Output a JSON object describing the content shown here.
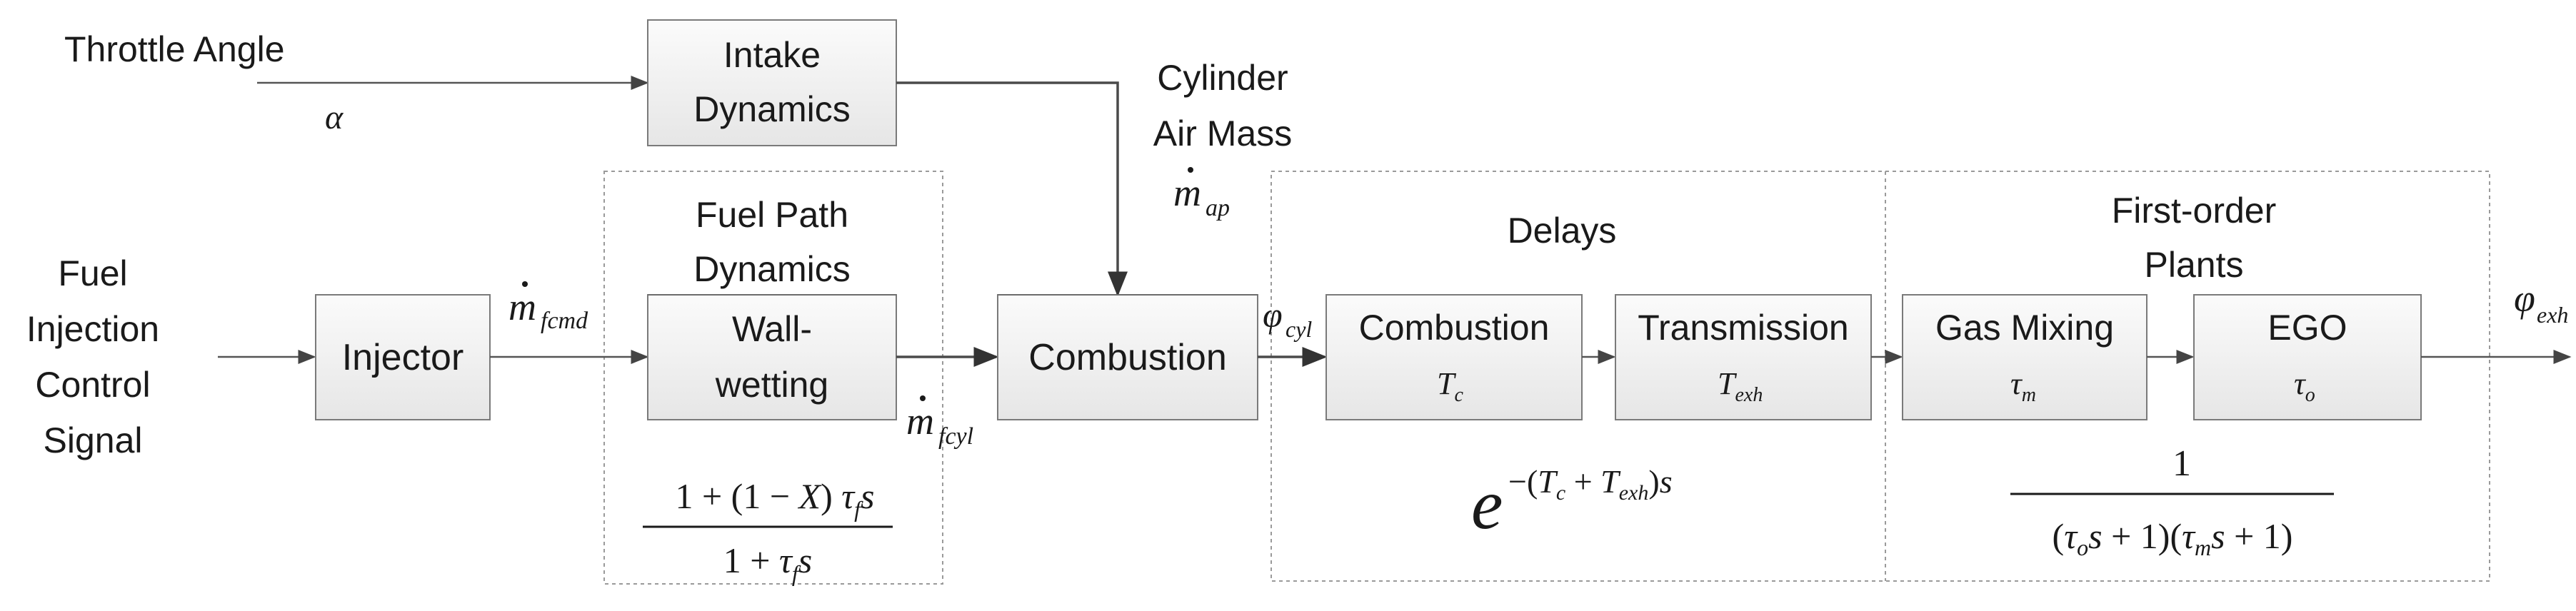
{
  "inputs": {
    "throttle_label": "Throttle Angle",
    "throttle_symbol": "α",
    "fuel_label": [
      "Fuel",
      "Injection",
      "Control",
      "Signal"
    ]
  },
  "blocks": {
    "intake": [
      "Intake",
      "Dynamics"
    ],
    "injector": "Injector",
    "fuel_path_title": [
      "Fuel Path",
      "Dynamics"
    ],
    "wall_wetting": [
      "Wall-",
      "wetting"
    ],
    "combustion_main": "Combustion",
    "delays_title": "Delays",
    "combustion_delay": {
      "label": "Combustion",
      "param": "T",
      "param_sub": "c"
    },
    "transmission": {
      "label": "Transmission",
      "param": "T",
      "param_sub": "exh"
    },
    "first_order_title": [
      "First-order",
      "Plants"
    ],
    "gas_mixing": {
      "label": "Gas Mixing",
      "param": "τ",
      "param_sub": "m"
    },
    "ego": {
      "label": "EGO",
      "param": "τ",
      "param_sub": "o"
    }
  },
  "signals": {
    "cylinder_air_mass": [
      "Cylinder",
      "Air Mass"
    ],
    "m_ap": {
      "base": "m",
      "sub": "ap"
    },
    "m_fcmd": {
      "base": "m",
      "sub": "fcmd"
    },
    "m_fcyl": {
      "base": "m",
      "sub": "fcyl"
    },
    "phi_cyl": {
      "base": "φ",
      "sub": "cyl"
    },
    "phi_exh": {
      "base": "φ",
      "sub": "exh"
    }
  },
  "equations": {
    "wall_wetting_tf": {
      "num_a": "1 + (1 − ",
      "num_x": "X",
      "num_b": ") ",
      "tau": "τ",
      "tau_sub": "f",
      "s": "s",
      "den_a": "1 + ",
      "den_tau": "τ",
      "den_sub": "f",
      "den_s": "s"
    },
    "delay_tf": {
      "base": "e",
      "exp_a": "−(",
      "t": "T",
      "c": "c",
      "plus": " + ",
      "t2": "T",
      "exh": "exh",
      "exp_b": ")",
      "s": "s"
    },
    "plant_tf": {
      "num": "1",
      "lp1": "(",
      "tau_o": "τ",
      "o": "o",
      "s1": "s",
      "rp1": " + 1)",
      "lp2": "(",
      "tau_m": "τ",
      "m": "m",
      "s2": "s",
      "rp2": " + 1)"
    }
  }
}
